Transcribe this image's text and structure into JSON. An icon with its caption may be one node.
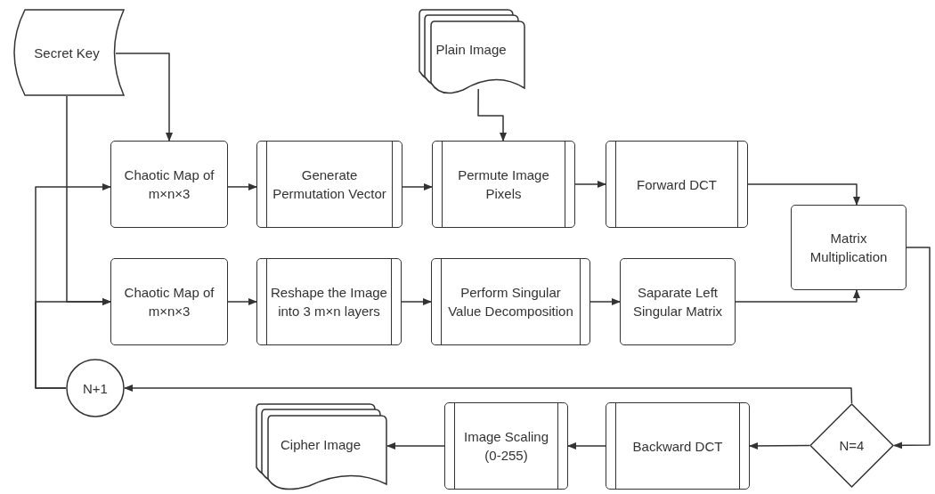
{
  "diagram": {
    "nodes": [
      {
        "text": [
          "Secret Key"
        ]
      },
      {
        "text": [
          "Plain Image"
        ]
      },
      {
        "text": [
          "Chaotic Map of m×n×3"
        ]
      },
      {
        "text": [
          "Generate Permutation Vector"
        ]
      },
      {
        "text": [
          "Permute Image Pixels"
        ]
      },
      {
        "text": [
          "Forward DCT"
        ]
      },
      {
        "text": [
          "Matrix Multiplication"
        ]
      },
      {
        "text": [
          "Chaotic Map of m×n×3"
        ]
      },
      {
        "text": [
          "Reshape the Image into 3 m×n layers"
        ]
      },
      {
        "text": [
          "Perform Singular Value Decomposition"
        ]
      },
      {
        "text": [
          "Saparate Left Singular Matrix"
        ]
      },
      {
        "text": [
          "N+1"
        ]
      },
      {
        "text": [
          "Cipher Image"
        ]
      },
      {
        "text": [
          "Image Scaling (0-255)"
        ]
      },
      {
        "text": [
          "Backward DCT"
        ]
      },
      {
        "text": [
          "N=4"
        ]
      }
    ],
    "edges": [
      {
        "from": 0,
        "to": 2,
        "arrow": "to"
      },
      {
        "from": 0,
        "to": 7,
        "arrow": "to"
      },
      {
        "from": 11,
        "to": 2,
        "arrow": "to"
      },
      {
        "from": 11,
        "to": 7,
        "arrow": "to"
      },
      {
        "from": 2,
        "to": 3,
        "arrow": "to"
      },
      {
        "from": 3,
        "to": 4,
        "arrow": "to"
      },
      {
        "from": 1,
        "to": 4,
        "arrow": "to"
      },
      {
        "from": 4,
        "to": 5,
        "arrow": "to"
      },
      {
        "from": 5,
        "to": 6,
        "arrow": "to"
      },
      {
        "from": 10,
        "to": 6,
        "arrow": "to"
      },
      {
        "from": 6,
        "to": 15,
        "arrow": "to"
      },
      {
        "from": 15,
        "to": 14,
        "arrow": "to"
      },
      {
        "from": 14,
        "to": 13,
        "arrow": "to"
      },
      {
        "from": 13,
        "to": 12,
        "arrow": "to"
      },
      {
        "from": 15,
        "to": 11,
        "arrow": "to"
      },
      {
        "from": 7,
        "to": 8,
        "arrow": "to"
      },
      {
        "from": 8,
        "to": 9,
        "arrow": "to"
      },
      {
        "from": 9,
        "to": 10,
        "arrow": "to"
      }
    ]
  }
}
